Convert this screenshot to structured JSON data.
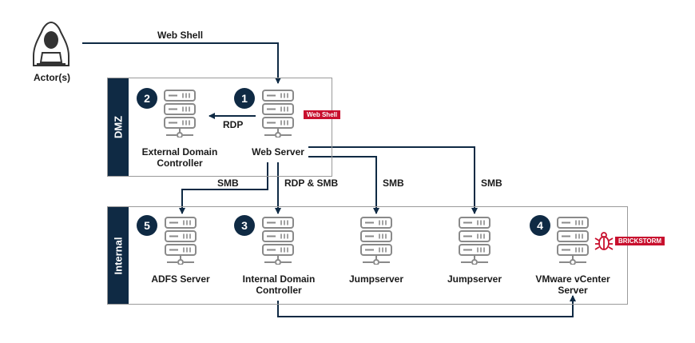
{
  "colors": {
    "navy": "#0f2a44",
    "accent": "#c8102e",
    "server": "#8a8a8a",
    "zone_border": "#9a9a9a"
  },
  "actor": {
    "label": "Actor(s)",
    "icon": "hooded-hacker-icon"
  },
  "zones": {
    "dmz": "DMZ",
    "internal": "Internal"
  },
  "nodes": {
    "ext_dc": {
      "badge": "2",
      "label": "External Domain\nController"
    },
    "web": {
      "badge": "1",
      "label": "Web Server",
      "tag": "Web Shell"
    },
    "adfs": {
      "badge": "5",
      "label": "ADFS Server"
    },
    "int_dc": {
      "badge": "3",
      "label": "Internal Domain\nController"
    },
    "jump1": {
      "label": "Jumpserver"
    },
    "jump2": {
      "label": "Jumpserver"
    },
    "vcenter": {
      "badge": "4",
      "label": "VMware vCenter\nServer",
      "tag": "BRICKSTORM",
      "icon": "bug-icon"
    }
  },
  "edges": {
    "webshell": "Web Shell",
    "rdp": "RDP",
    "smb_adfs": "SMB",
    "rdp_smb": "RDP & SMB",
    "smb_jump1": "SMB",
    "smb_jump2": "SMB"
  }
}
